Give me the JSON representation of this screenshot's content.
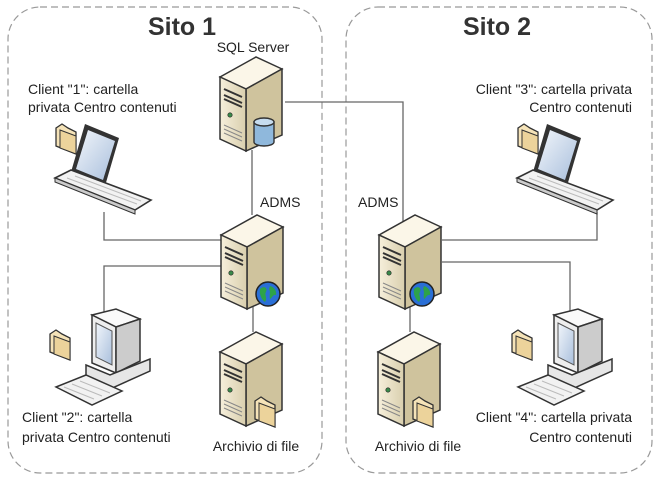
{
  "sites": [
    {
      "title": "Sito 1"
    },
    {
      "title": "Sito 2"
    }
  ],
  "nodes": {
    "sql_server": "SQL Server",
    "adms1": "ADMS",
    "adms2": "ADMS",
    "archive1": "Archivio di file",
    "archive2": "Archivio di file",
    "client1": [
      "Client \"1\": cartella",
      "privata Centro contenuti"
    ],
    "client2": [
      "Client \"2\": cartella",
      "privata Centro contenuti"
    ],
    "client3": [
      "Client \"3\": cartella privata",
      "Centro contenuti"
    ],
    "client4": [
      "Client \"4\": cartella privata",
      "Centro contenuti"
    ]
  },
  "colors": {
    "server": "#efe6cc",
    "folder": "#f5e3b8",
    "globe": "#2a6fd6",
    "database": "#8fb8dc",
    "wire": "#666666"
  }
}
